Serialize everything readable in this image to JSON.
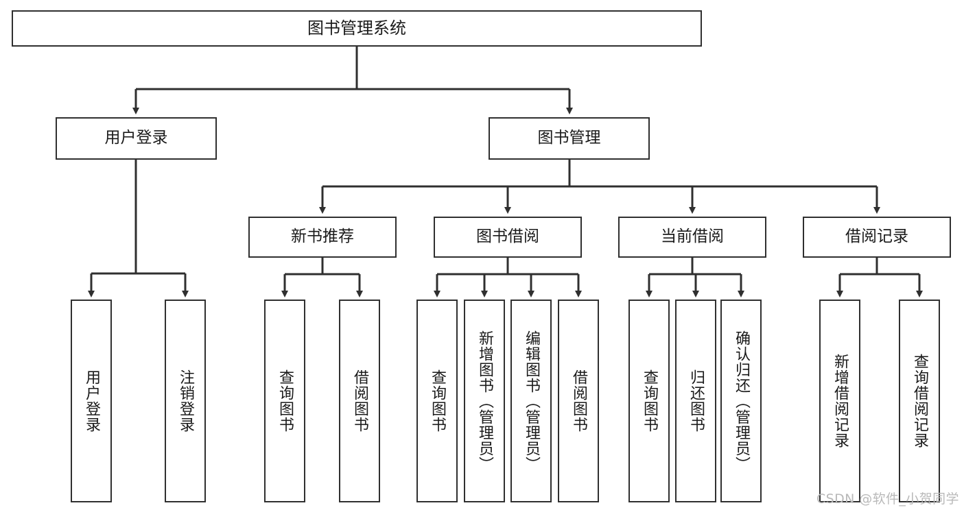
{
  "diagram": {
    "title": "图书管理系统",
    "type": "hierarchy-tree",
    "levels": 4,
    "nodes": {
      "root": {
        "label": "图书管理系统"
      },
      "level2": [
        {
          "id": "user-login",
          "label": "用户登录"
        },
        {
          "id": "book-management",
          "label": "图书管理"
        }
      ],
      "level3": [
        {
          "id": "new-book-recommend",
          "label": "新书推荐",
          "parent": "book-management"
        },
        {
          "id": "book-borrow",
          "label": "图书借阅",
          "parent": "book-management"
        },
        {
          "id": "current-borrow",
          "label": "当前借阅",
          "parent": "book-management"
        },
        {
          "id": "borrow-record",
          "label": "借阅记录",
          "parent": "book-management"
        }
      ],
      "leaves": {
        "user-login": [
          {
            "id": "leaf-user-login",
            "label": "用户登录"
          },
          {
            "id": "leaf-logout",
            "label": "注销登录"
          }
        ],
        "new-book-recommend": [
          {
            "id": "leaf-query-book-1",
            "label": "查询图书"
          },
          {
            "id": "leaf-borrow-book-1",
            "label": "借阅图书"
          }
        ],
        "book-borrow": [
          {
            "id": "leaf-query-book-2",
            "label": "查询图书"
          },
          {
            "id": "leaf-add-book",
            "label": "新增图书（管理员）"
          },
          {
            "id": "leaf-edit-book",
            "label": "编辑图书（管理员）"
          },
          {
            "id": "leaf-borrow-book-2",
            "label": "借阅图书"
          }
        ],
        "current-borrow": [
          {
            "id": "leaf-query-book-3",
            "label": "查询图书"
          },
          {
            "id": "leaf-return-book",
            "label": "归还图书"
          },
          {
            "id": "leaf-confirm-return",
            "label": "确认归还（管理员）"
          }
        ],
        "borrow-record": [
          {
            "id": "leaf-add-record",
            "label": "新增借阅记录"
          },
          {
            "id": "leaf-query-record",
            "label": "查询借阅记录"
          }
        ]
      }
    },
    "colors": {
      "stroke": "#2f2f2f",
      "fill": "#ffffff",
      "text": "#1a1a1a",
      "watermark": "#b9b9b9"
    }
  },
  "watermark": {
    "text": "CSDN @软件_小贺同学"
  }
}
